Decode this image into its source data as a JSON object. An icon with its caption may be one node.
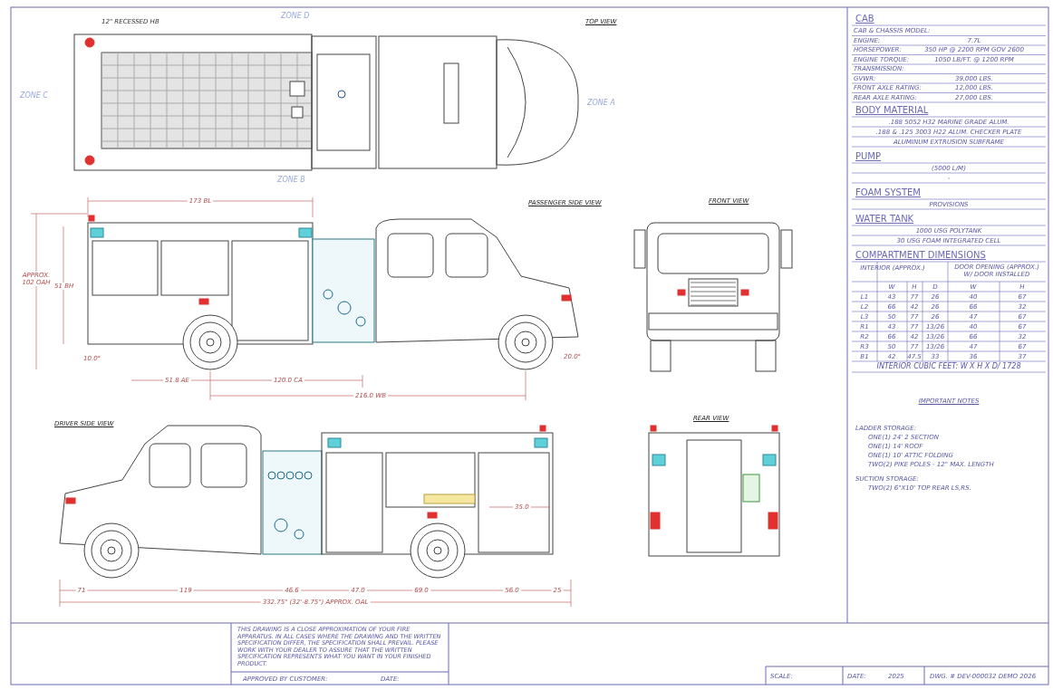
{
  "diagram": {
    "labels": [
      "12\" RECESSED HB",
      "ZONE D",
      "TOP VIEW",
      "ZONE C",
      "ZONE A",
      "ZONE B",
      "173 BL",
      "PASSENGER SIDE VIEW",
      "FRONT VIEW",
      "APPROX. 102 OAH",
      "51 BH",
      "10.0°",
      "20.0°",
      "51.8 AE",
      "120.0 CA",
      "216.0 WB",
      "DRIVER SIDE VIEW",
      "REAR VIEW",
      "35.0",
      "71",
      "119",
      "46.6",
      "47.0",
      "69.0",
      "56.0",
      "25",
      "332.75\" (32'-8.75\") APPROX. OAL",
      "CAB",
      "CAB & CHASSIS MODEL:",
      "ENGINE:",
      "7.7L",
      "HORSEPOWER:",
      "350 HP @ 2200 RPM GOV 2600",
      "ENGINE TORQUE:",
      "1050 LB/FT. @ 1200 RPM",
      "TRANSMISSION:",
      "GVWR:",
      "39,000 LBS.",
      "FRONT AXLE RATING:",
      "12,000 LBS.",
      "REAR AXLE RATING:",
      "27,000 LBS.",
      "BODY MATERIAL",
      ".188 5052 H32 MARINE GRADE ALUM.",
      ".188 & .125 3003 H22 ALUM. CHECKER PLATE",
      "ALUMINUM EXTRUSION SUBFRAME",
      "PUMP",
      "(5000 L/M)",
      "-",
      "FOAM SYSTEM",
      "PROVISIONS",
      "WATER TANK",
      "1000 USG POLYTANK",
      "30 USG FOAM INTEGRATED CELL",
      "COMPARTMENT DIMENSIONS",
      "INTERIOR (APPROX.)",
      "DOOR OPENING (APPROX.) W/ DOOR INSTALLED",
      "W",
      "H",
      "D",
      "W",
      "H",
      "L1",
      "43",
      "77",
      "26",
      "40",
      "67",
      "L2",
      "66",
      "42",
      "26",
      "66",
      "32",
      "L3",
      "50",
      "77",
      "26",
      "47",
      "67",
      "R1",
      "43",
      "77",
      "13/26",
      "40",
      "67",
      "R2",
      "66",
      "42",
      "13/26",
      "66",
      "32",
      "R3",
      "50",
      "77",
      "13/26",
      "47",
      "67",
      "B1",
      "42",
      "47.5",
      "33",
      "36",
      "37",
      "INTERIOR CUBIC FEET: W X H X D/ 1728",
      "IMPORTANT NOTES",
      "LADDER STORAGE:",
      "ONE(1) 24' 2 SECTION",
      "ONE(1) 14' ROOF",
      "ONE(1) 10' ATTIC FOLDING",
      "TWO(2) PIKE POLES - 12\" MAX. LENGTH",
      "SUCTION STORAGE:",
      "TWO(2) 6\"X10' TOP REAR LS,RS.",
      "THIS DRAWING IS A CLOSE APPROXIMATION OF YOUR FIRE APPARATUS. IN ALL CASES WHERE THE DRAWING AND THE WRITTEN SPECIFICATION DIFFER, THE SPECIFICATION SHALL PREVAIL. PLEASE WORK WITH YOUR DEALER TO ASSURE THAT THE WRITTEN SPECIFICATION REPRESENTS WHAT YOU WANT IN YOUR FINISHED PRODUCT.",
      "APPROVED BY CUSTOMER:",
      "DATE:",
      "SCALE:",
      "DATE:",
      "2025",
      "DWG. # DEV-000032 DEMO 2026"
    ]
  }
}
